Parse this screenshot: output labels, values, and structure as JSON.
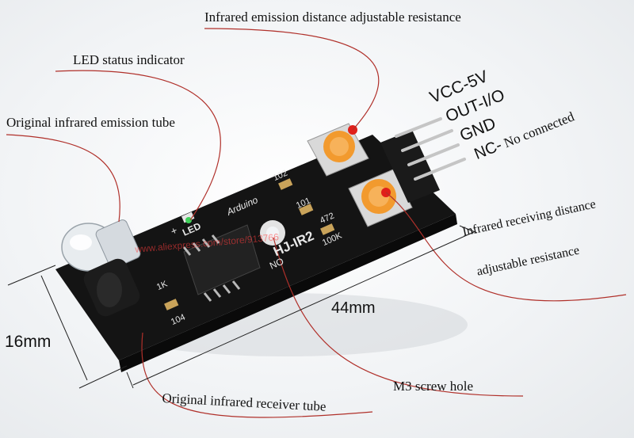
{
  "annotations": {
    "emission_adjust": "Infrared emission distance adjustable resistance",
    "led_indicator": "LED status indicator",
    "emission_tube": "Original infrared emission tube",
    "receiving_adjust_line1": "Infrared receiving distance",
    "receiving_adjust_line2": "adjustable resistance",
    "screw_hole": "M3 screw hole",
    "receiver_tube": "Original infrared receiver tube"
  },
  "pins": {
    "vcc": "VCC-5V",
    "out": "OUT-I/O",
    "gnd": "GND",
    "nc": "NC-",
    "nc_note": " No connected"
  },
  "dimensions": {
    "height": "16mm",
    "length": "44mm"
  },
  "board_silkscreen": {
    "model": "HJ-IR2",
    "brand": "Arduino",
    "led": "LED",
    "no": "NO",
    "r102": "102",
    "r101": "101",
    "r472": "472",
    "r100k": "100K",
    "r104": "104",
    "r1k": "1K",
    "plus": "+"
  },
  "watermark": "www.aliexpress.com/store/913766",
  "colors": {
    "board": "#141414",
    "potentiometer": "#f29a2e",
    "marker_dot": "#e0201a",
    "leader_line": "#b0302a"
  }
}
